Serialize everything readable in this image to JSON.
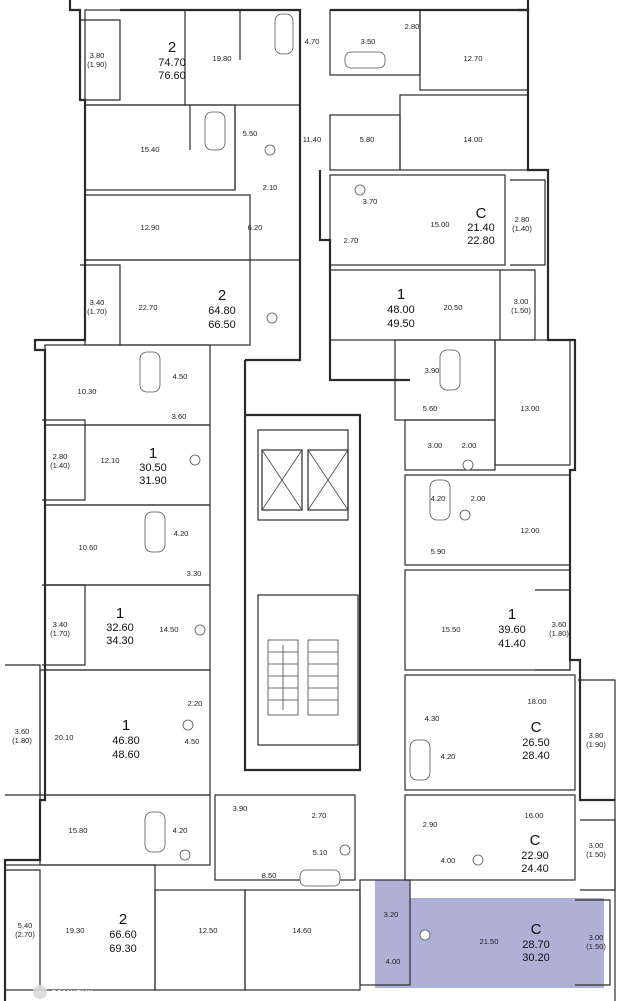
{
  "highlight_color": "#aeb0d6",
  "units": [
    {
      "rooms": "2",
      "living": "74.70",
      "total": "76.60"
    },
    {
      "rooms": "2",
      "living": "64.80",
      "total": "66.50"
    },
    {
      "rooms": "1",
      "living": "30.50",
      "total": "31.90"
    },
    {
      "rooms": "1",
      "living": "32.60",
      "total": "34.30"
    },
    {
      "rooms": "1",
      "living": "46.80",
      "total": "48.60"
    },
    {
      "rooms": "2",
      "living": "66.60",
      "total": "69.30"
    },
    {
      "rooms": "C",
      "living": "21.40",
      "total": "22.80"
    },
    {
      "rooms": "1",
      "living": "48.00",
      "total": "49.50"
    },
    {
      "rooms": "1",
      "living": "39.60",
      "total": "41.40"
    },
    {
      "rooms": "C",
      "living": "26.50",
      "total": "28.40"
    },
    {
      "rooms": "C",
      "living": "22.90",
      "total": "24.40"
    },
    {
      "rooms": "C",
      "living": "28.70",
      "total": "30.20"
    }
  ],
  "rooms": [
    "19.80",
    "4.70",
    "3.50",
    "2.80",
    "12.70",
    "15.40",
    "5.50",
    "11.40",
    "5.80",
    "14.00",
    "2.10",
    "3.70",
    "15.00",
    "12.90",
    "6.20",
    "2.70",
    "22.70",
    "20.50",
    "10.30",
    "4.50",
    "3.90",
    "3.60",
    "5.60",
    "13.00",
    "12.10",
    "3.00",
    "2.00",
    "4.20",
    "2.00",
    "10.60",
    "4.20",
    "12.00",
    "5.90",
    "3.30",
    "14.50",
    "15.50",
    "2.20",
    "20.10",
    "4.50",
    "18.00",
    "4.30",
    "4.20",
    "15.80",
    "4.20",
    "3.90",
    "2.70",
    "5.10",
    "16.00",
    "2.90",
    "4.00",
    "8.50",
    "19.30",
    "12.50",
    "14.60",
    "3.20",
    "21.50",
    "4.00"
  ],
  "balconies": [
    {
      "area": "3.80",
      "sub": "(1.90)"
    },
    {
      "area": "3.40",
      "sub": "(1.70)"
    },
    {
      "area": "2.80",
      "sub": "(1.40)"
    },
    {
      "area": "3.40",
      "sub": "(1.70)"
    },
    {
      "area": "3.60",
      "sub": "(1.80)"
    },
    {
      "area": "5.40",
      "sub": "(2.70)"
    },
    {
      "area": "2.80",
      "sub": "(1.40)"
    },
    {
      "area": "3.00",
      "sub": "(1.50)"
    },
    {
      "area": "3.60",
      "sub": "(1.80)"
    },
    {
      "area": "3.80",
      "sub": "(1.90)"
    },
    {
      "area": "3.00",
      "sub": "(1.50)"
    },
    {
      "area": "3.00",
      "sub": "(1.50)"
    }
  ],
  "watermark": "домклик"
}
